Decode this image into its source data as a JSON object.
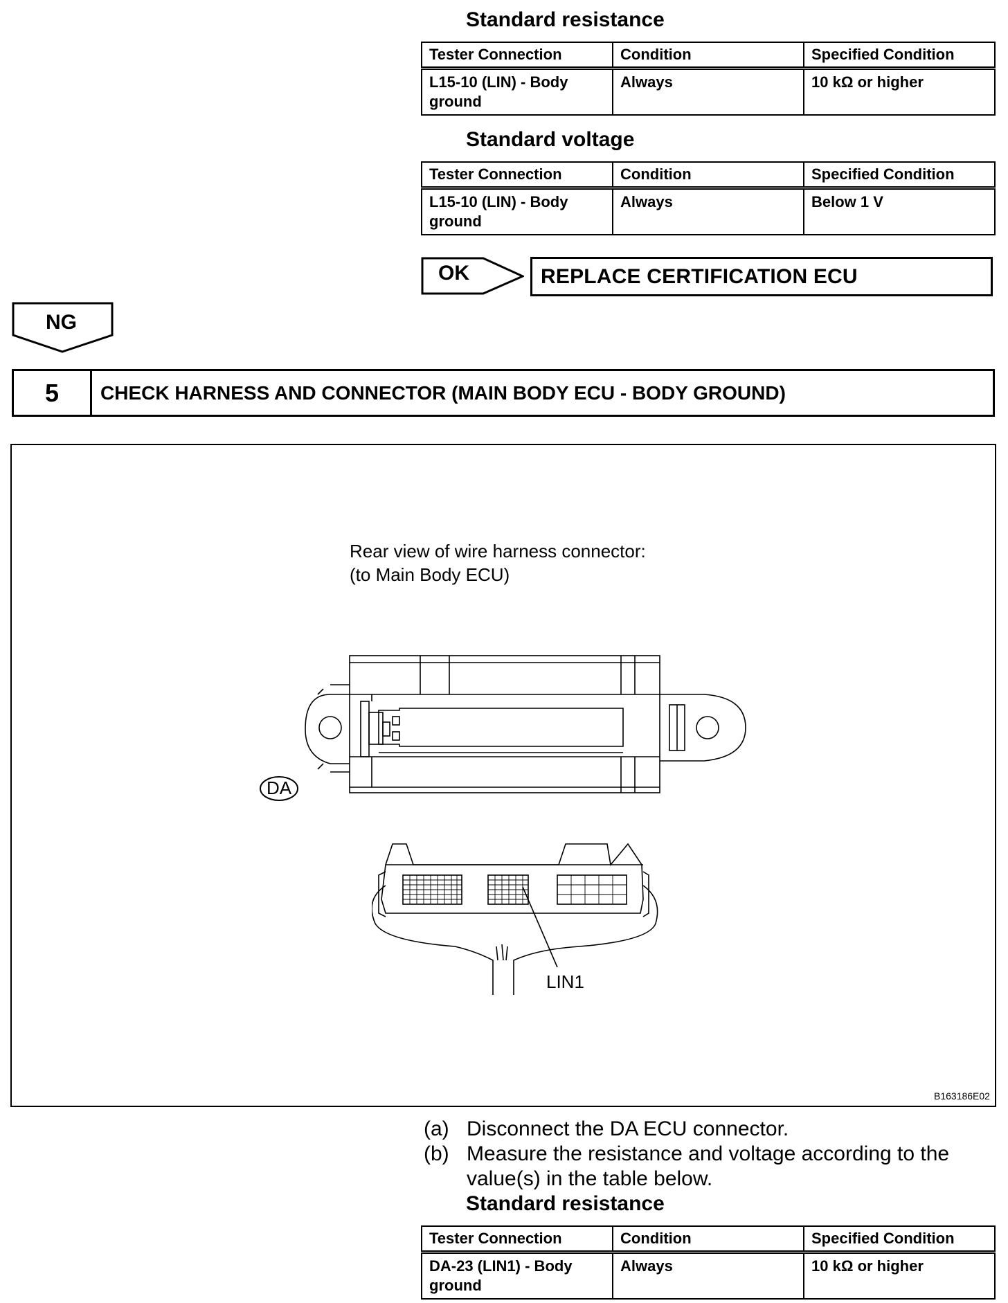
{
  "section1": {
    "resistance_heading": "Standard resistance",
    "resistance_table": {
      "headers": [
        "Tester Connection",
        "Condition",
        "Specified Condition"
      ],
      "row": {
        "connection": "L15-10 (LIN) - Body ground",
        "condition": "Always",
        "spec": "10 kΩ or higher"
      }
    },
    "voltage_heading": "Standard voltage",
    "voltage_table": {
      "headers": [
        "Tester Connection",
        "Condition",
        "Specified Condition"
      ],
      "row": {
        "connection": "L15-10 (LIN) - Body ground",
        "condition": "Always",
        "spec": "Below 1 V"
      }
    }
  },
  "ok_label": "OK",
  "ok_result": "REPLACE CERTIFICATION ECU",
  "ng_label": "NG",
  "step": {
    "number": "5",
    "title": "CHECK HARNESS AND CONNECTOR (MAIN BODY ECU - BODY GROUND)"
  },
  "figure": {
    "caption_line1": "Rear view of wire harness connector:",
    "caption_line2": "(to Main Body ECU)",
    "connector_tag": "DA",
    "pin_label": "LIN1",
    "figure_id": "B163186E02"
  },
  "instructions": [
    {
      "label": "(a)",
      "text": "Disconnect the DA ECU connector."
    },
    {
      "label": "(b)",
      "text": "Measure the resistance and voltage according to the value(s) in the table below."
    }
  ],
  "section2": {
    "resistance_heading": "Standard resistance",
    "resistance_table": {
      "headers": [
        "Tester Connection",
        "Condition",
        "Specified Condition"
      ],
      "row": {
        "connection": "DA-23 (LIN1) - Body ground",
        "condition": "Always",
        "spec": "10 kΩ or higher"
      }
    }
  }
}
